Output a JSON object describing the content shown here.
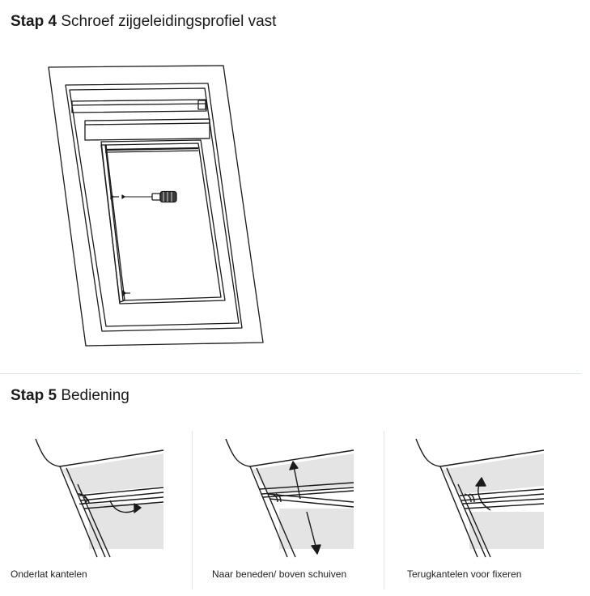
{
  "step4": {
    "label": "Stap 4",
    "title": "Schroef zijgeleidingsprofiel vast"
  },
  "step5": {
    "label": "Stap 5",
    "title": "Bediening",
    "panels": [
      {
        "caption": "Onderlat kantelen"
      },
      {
        "caption": "Naar beneden/ boven schuiven"
      },
      {
        "caption": "Terugkantelen voor fixeren"
      }
    ]
  },
  "colors": {
    "text": "#1a1a1a",
    "line": "#1a1a1a",
    "shade": "#e4e4e4",
    "divider": "#d9e3ea"
  },
  "icons": [
    "screwdriver-icon",
    "screw-icon",
    "tilt-arrow-icon",
    "double-arrow-icon",
    "tilt-back-arrow-icon"
  ]
}
